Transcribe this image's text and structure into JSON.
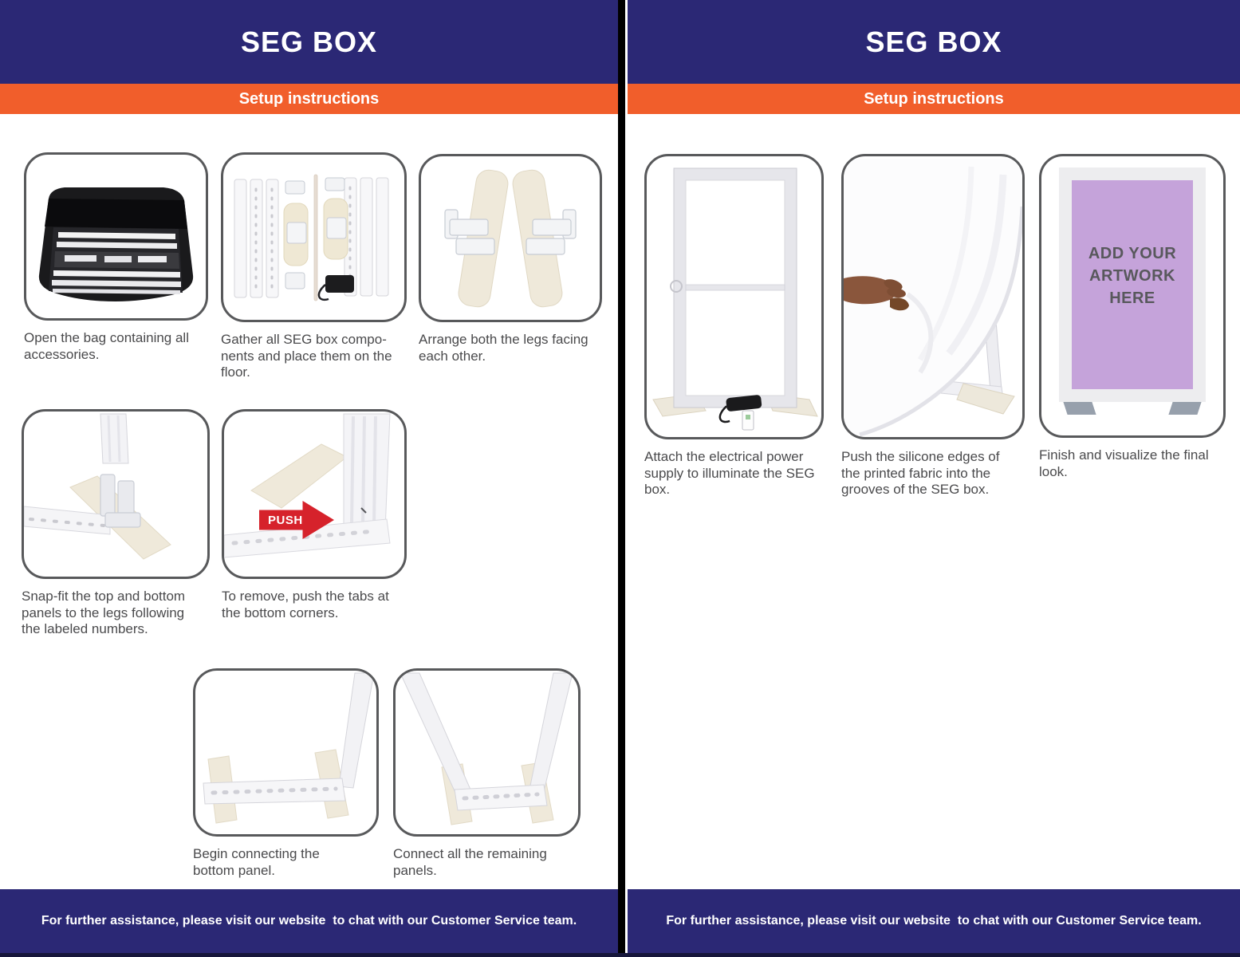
{
  "colors": {
    "navy": "#2B2875",
    "orange": "#F15E2B",
    "tile_border": "#58595B",
    "caption_text": "#4A4A4C",
    "push_arrow_red": "#D6222B",
    "artwork_purple": "#C5A3DA",
    "foot_beige": "#EFE9DA"
  },
  "left_page": {
    "title": "SEG BOX",
    "subtitle": "Setup instructions",
    "footer": "For further assistance, please visit our website  to chat with our Customer Service team.",
    "steps": [
      {
        "icon": "bag-icon",
        "caption": "Open the bag containing all\naccessories."
      },
      {
        "icon": "components-icon",
        "caption": "Gather all SEG box compo-\nnents and place them on the\nfloor."
      },
      {
        "icon": "legs-icon",
        "caption": "Arrange both the legs facing\neach other."
      },
      {
        "icon": "corner-snapfit-icon",
        "caption": "Snap-fit the top and bottom\npanels to the legs following\nthe labeled numbers."
      },
      {
        "icon": "push-tab-icon",
        "caption": "To remove, push the tabs at\nthe bottom corners.",
        "overlay_label": "PUSH"
      },
      {
        "icon": "bottom-panel-icon",
        "caption": "Begin connecting the\nbottom panel."
      },
      {
        "icon": "remaining-panels-icon",
        "caption": "Connect all the remaining\npanels."
      }
    ]
  },
  "right_page": {
    "title": "SEG BOX",
    "subtitle": "Setup instructions",
    "footer": "For further assistance, please visit our website  to chat with our Customer Service team.",
    "steps": [
      {
        "icon": "frame-power-icon",
        "caption": "Attach the electrical power\nsupply to illuminate the SEG\nbox."
      },
      {
        "icon": "fabric-push-icon",
        "caption": "Push the silicone edges of\nthe printed fabric into the\ngrooves of the SEG box."
      },
      {
        "icon": "artwork-preview",
        "caption": "Finish and visualize the final\nlook.",
        "artwork_label": "ADD YOUR\nARTWORK\nHERE"
      }
    ]
  }
}
